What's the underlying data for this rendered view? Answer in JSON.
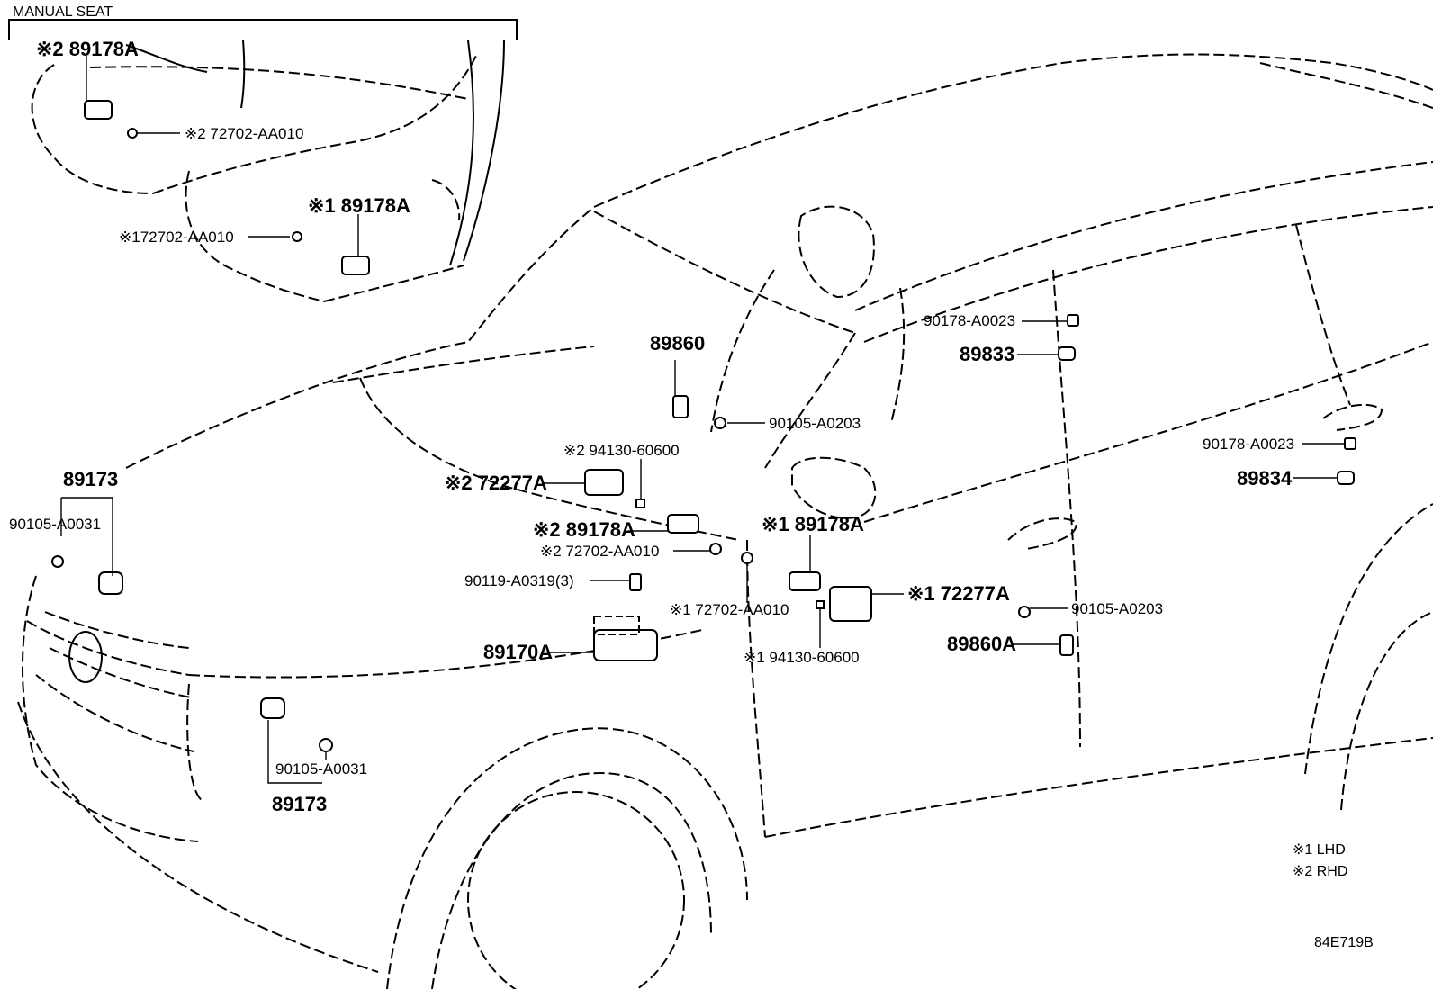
{
  "inset_title": "MANUAL SEAT",
  "labels": {
    "inset_89178A_r": "※2 89178A",
    "inset_72702_r": "※2 72702-AA010",
    "inset_89178A_l": "※1 89178A",
    "inset_72702_l": "※172702-AA010",
    "p89860": "89860",
    "p90105_a0203_top": "90105-A0203",
    "p90178_top": "90178-A0023",
    "p89833": "89833",
    "p94130_r": "※2 94130-60600",
    "p72277A_r": "※2 72277A",
    "p89178A_r": "※2 89178A",
    "p72702_r": "※2 72702-AA010",
    "p90119": "90119-A0319(3)",
    "p89170A": "89170A",
    "p89178A_l": "※1 89178A",
    "p72702_l": "※1 72702-AA010",
    "p72277A_l": "※1 72277A",
    "p94130_l": "※1 94130-60600",
    "p90105_a0203_mid": "90105-A0203",
    "p89860A": "89860A",
    "p90178_rear": "90178-A0023",
    "p89834": "89834",
    "p89173_top": "89173",
    "p90105_a0031_top": "90105-A0031",
    "p90105_a0031_bot": "90105-A0031",
    "p89173_bot": "89173"
  },
  "legend": {
    "lhd": "※1  LHD",
    "rhd": "※2  RHD"
  },
  "figure_code": "84E719B"
}
